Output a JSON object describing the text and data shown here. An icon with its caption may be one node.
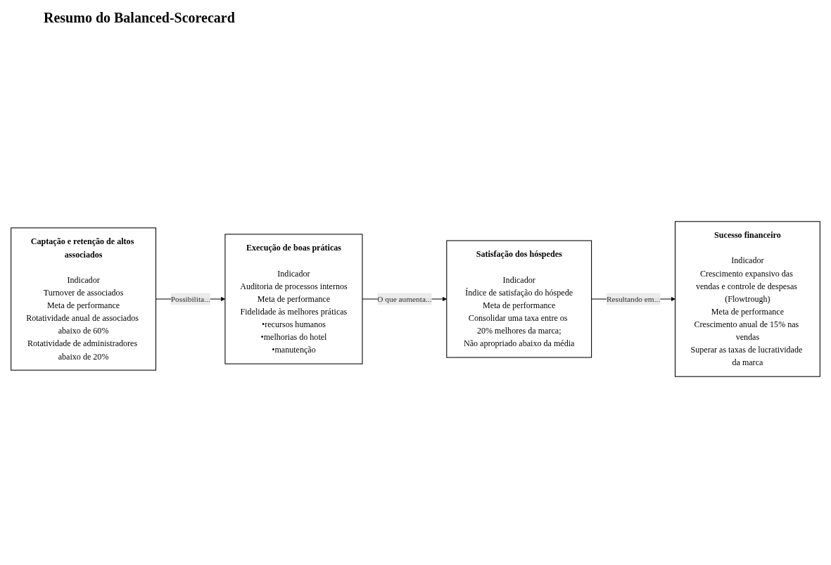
{
  "diagram": {
    "title": "Resumo do Balanced-Scorecard",
    "nodes": [
      {
        "text": [
          "Captação e retenção de altos associados",
          "Indicador",
          "Turnover de associados",
          "Meta de performance",
          "Rotatividade anual de associados abaixo de 60%",
          "Rotatividade de administradores abaixo de 20%"
        ]
      },
      {
        "text": [
          "Execução de boas práticas",
          "Indicador",
          "Auditoria de processos internos",
          "Meta de performance",
          "Fidelidade às melhores práticas",
          "•recursos humanos",
          "•melhorias do hotel",
          "•manutenção"
        ]
      },
      {
        "text": [
          "Satisfação dos hóspedes",
          "Indicador",
          "Índice de satisfação do hóspede",
          "Meta de performance",
          "Consolidar uma taxa entre os 20% melhores da marca;",
          "Não apropriado abaixo da média"
        ]
      },
      {
        "text": [
          "Sucesso financeiro",
          "Indicador",
          "Crescimento expansivo das vendas e controle de despesas (Flowtrough)",
          "Meta de performance",
          "Crescimento anual de 15% nas vendas",
          "Superar as taxas de lucratividade da marca"
        ]
      }
    ],
    "edges": [
      {
        "from": 0,
        "to": 1,
        "arrow": "to",
        "label": "Possibilita..."
      },
      {
        "from": 1,
        "to": 2,
        "arrow": "to",
        "label": "O que aumenta..."
      },
      {
        "from": 2,
        "to": 3,
        "arrow": "to",
        "label": "Resultando em..."
      }
    ]
  }
}
